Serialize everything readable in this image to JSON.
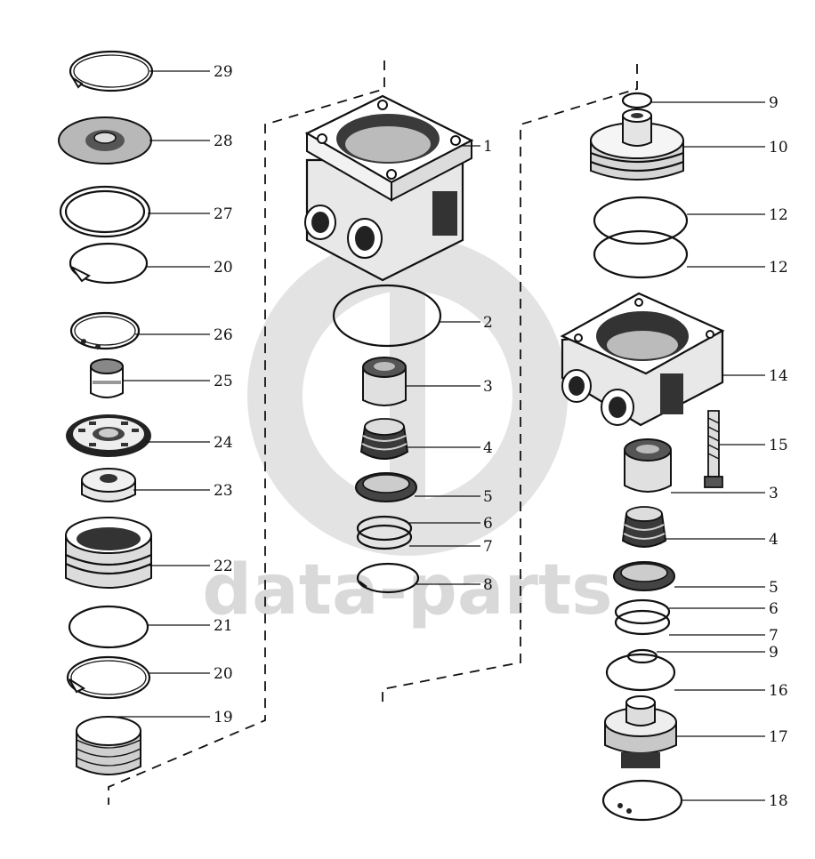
{
  "watermark": {
    "text": "data-parts",
    "color": "#d9d9d9"
  },
  "left_column": {
    "labels": [
      "29",
      "28",
      "27",
      "20",
      "26",
      "25",
      "24",
      "23",
      "22",
      "21",
      "20",
      "19"
    ]
  },
  "center_column": {
    "labels": [
      "1",
      "2",
      "3",
      "4",
      "5",
      "6",
      "7",
      "8"
    ]
  },
  "right_column": {
    "labels": [
      "9",
      "10",
      "12",
      "12",
      "14",
      "15",
      "3",
      "4",
      "5",
      "6",
      "7",
      "9",
      "16",
      "17",
      "18"
    ]
  }
}
